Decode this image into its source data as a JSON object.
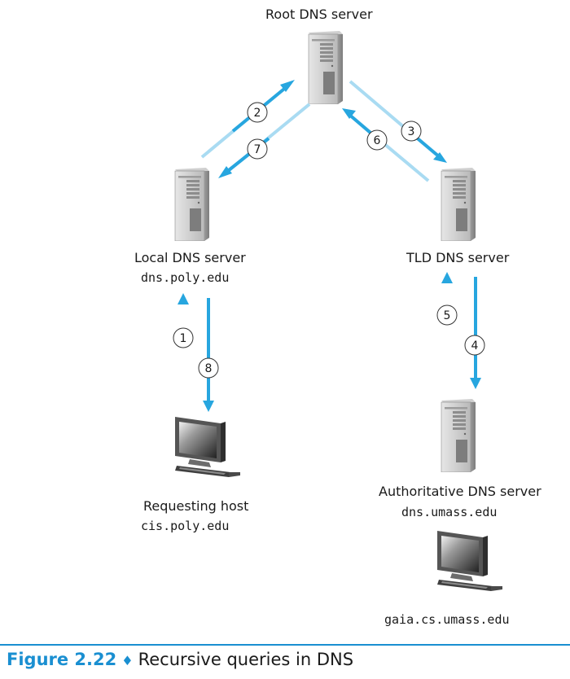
{
  "nodes": {
    "root": {
      "name": "Root DNS server"
    },
    "local": {
      "name": "Local DNS server",
      "host": "dns.poly.edu"
    },
    "tld": {
      "name": "TLD DNS server"
    },
    "auth": {
      "name": "Authoritative DNS server",
      "host": "dns.umass.edu"
    },
    "requesting": {
      "name": "Requesting host",
      "host": "cis.poly.edu"
    },
    "gaia": {
      "host": "gaia.cs.umass.edu"
    }
  },
  "steps": [
    "1",
    "2",
    "3",
    "4",
    "5",
    "6",
    "7",
    "8"
  ],
  "caption": {
    "figure": "Figure 2.22",
    "symbol": "♦",
    "text": "Recursive queries in DNS"
  },
  "colors": {
    "accent": "#1a8fd1",
    "arrow": "#27a6df",
    "arrow_faded": "#a9dbf2"
  }
}
